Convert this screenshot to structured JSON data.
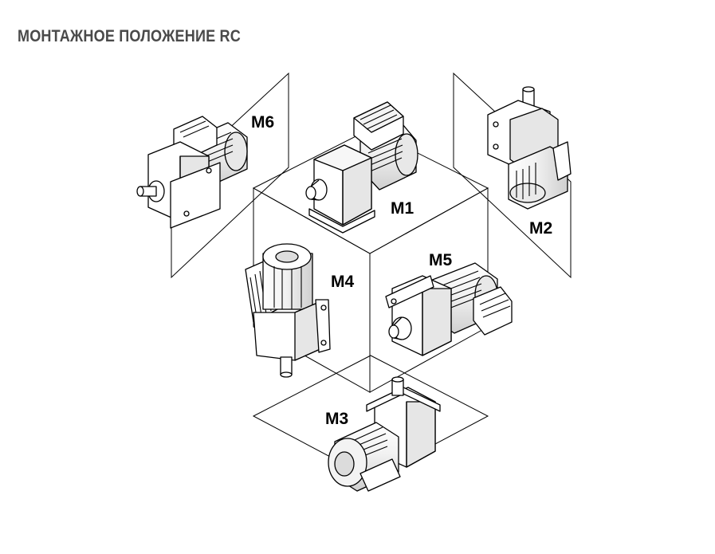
{
  "title": "МОНТАЖНОЕ ПОЛОЖЕНИЕ RC",
  "positions": [
    {
      "id": "m1",
      "label": "M1"
    },
    {
      "id": "m2",
      "label": "M2"
    },
    {
      "id": "m3",
      "label": "M3"
    },
    {
      "id": "m4",
      "label": "M4"
    },
    {
      "id": "m5",
      "label": "M5"
    },
    {
      "id": "m6",
      "label": "M6"
    }
  ],
  "colors": {
    "line": "#000000",
    "title": "#4a4a4a",
    "housing_shade": "#e6e6e6",
    "motor_shade": "#d8d8d8"
  }
}
